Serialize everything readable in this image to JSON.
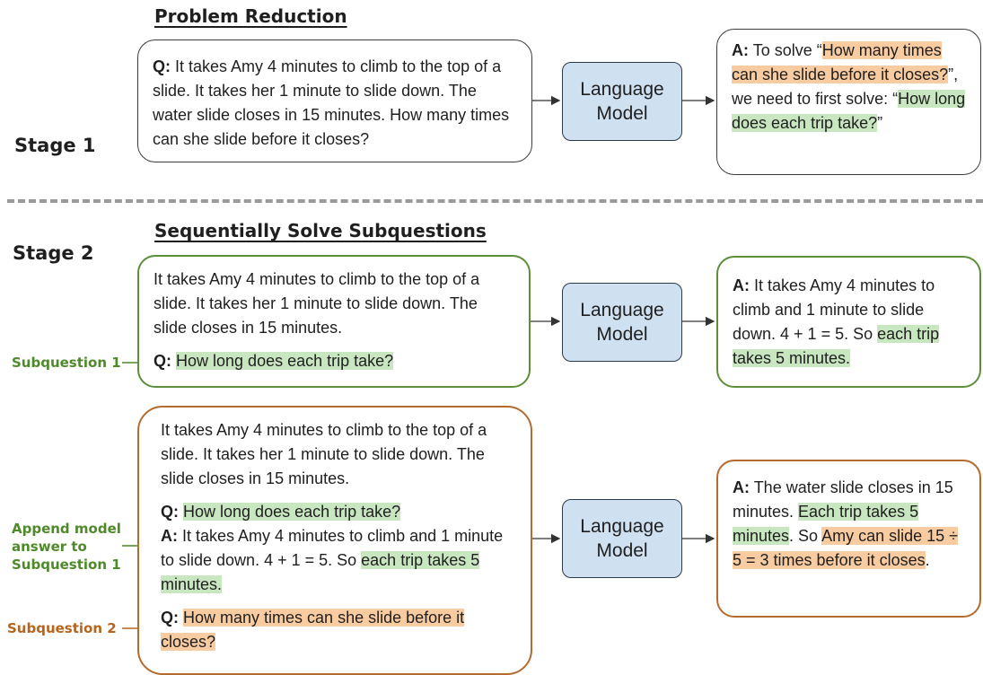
{
  "stage1": {
    "label": "Stage 1",
    "title": "Problem Reduction",
    "question": {
      "prefix": "Q:",
      "text": "It takes Amy 4 minutes to climb to the top of a slide. It takes her 1 minute to slide down. The water slide closes in 15 minutes. How many times can she slide before it closes?"
    },
    "model_label": "Language Model",
    "answer": {
      "prefix": "A:",
      "t1": "To solve “",
      "h1": "How many times can she slide before it closes?",
      "t2": "”, we need to first solve: “",
      "h2": "How long does each trip take?",
      "t3": "”"
    }
  },
  "stage2": {
    "label": "Stage 2",
    "title": "Sequentially Solve Subquestions",
    "sub1": {
      "side_label": "Subquestion 1",
      "context": "It takes Amy 4 minutes to climb to the top of a slide. It takes her 1 minute to slide down. The slide closes in 15 minutes.",
      "q_prefix": "Q:",
      "q_text": "How long does each trip take?",
      "model_label": "Language Model",
      "answer": {
        "prefix": "A:",
        "t1": "It takes Amy 4 minutes to climb and 1 minute to slide down. 4 + 1 = 5. So ",
        "h1": "each trip takes 5 minutes."
      }
    },
    "sub2": {
      "append_label": "Append model answer to Subquestion 1",
      "side_label": "Subquestion 2",
      "context": "It takes Amy 4 minutes to climb to the top of a slide. It takes her 1 minute to slide down. The slide closes in 15 minutes.",
      "q1_prefix": "Q:",
      "q1_text": "How long does each trip take?",
      "a1_prefix": "A:",
      "a1_t1": "It takes Amy 4 minutes to climb and 1 minute to slide down. 4 + 1 = 5. So ",
      "a1_h1": "each trip takes 5 minutes.",
      "q2_prefix": "Q:",
      "q2_text": "How many times can she slide before it closes?",
      "model_label": "Language Model",
      "answer": {
        "prefix": "A:",
        "t1": "The water slide closes in 15 minutes. ",
        "h1": "Each trip takes 5 minutes",
        "t2": ". So ",
        "h2": "Amy can slide 15 ÷ 5 = 3 times before it closes",
        "t3": "."
      }
    }
  },
  "colors": {
    "green_highlight": "#c8e6c0",
    "orange_highlight": "#f9cba0",
    "green_border": "#5b8f3a",
    "orange_border": "#b56a2e",
    "model_fill": "#cfe0f1"
  }
}
